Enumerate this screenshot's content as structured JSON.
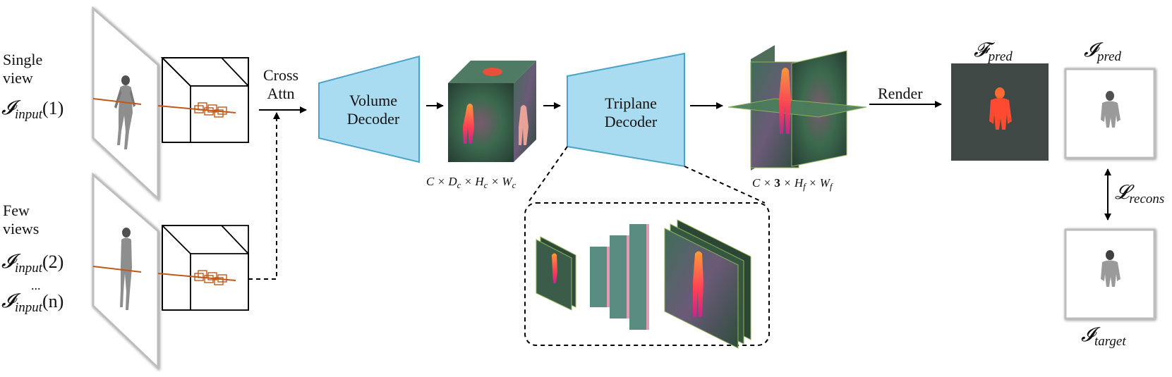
{
  "labels": {
    "single_view_line1": "Single",
    "single_view_line2": "view",
    "few_views_line1": "Few",
    "few_views_line2": "views",
    "cross_attn_line1": "Cross",
    "cross_attn_line2": "Attn",
    "volume_decoder_line1": "Volume",
    "volume_decoder_line2": "Decoder",
    "triplane_decoder_line1": "Triplane",
    "triplane_decoder_line2": "Decoder",
    "render": "Render",
    "ellipsis": "..."
  },
  "math": {
    "input_symbol": "𝓘",
    "input_sub": "input",
    "input_1_arg": "(1)",
    "input_2_arg": "(2)",
    "input_n_arg": "(n)",
    "f_symbol": "𝓕",
    "f_sub": "pred",
    "i_pred_symbol": "𝓘",
    "i_pred_sub": "pred",
    "i_target_symbol": "𝓘",
    "i_target_sub": "target",
    "loss_symbol": "𝓛",
    "loss_sub": "recons"
  },
  "dims": {
    "volume_C": "C",
    "volume_times": "×",
    "volume_D": "D",
    "volume_D_sub": "c",
    "volume_H": "H",
    "volume_H_sub": "c",
    "volume_W": "W",
    "volume_W_sub": "c",
    "triplane_C": "C",
    "triplane_times": "×",
    "triplane_3": "3",
    "triplane_H": "H",
    "triplane_H_sub": "f",
    "triplane_W": "W",
    "triplane_W_sub": "f"
  },
  "colors": {
    "decoder_fill": "#a9dcf0",
    "decoder_stroke": "#4aa3c9",
    "ray": "#c0581c",
    "feature_dark": "#2f4a3a",
    "feature_teal": "#5a8c82",
    "feature_pink": "#e59cb2",
    "render_bg": "#3f4844",
    "figure_hot": "#ff4a32"
  }
}
